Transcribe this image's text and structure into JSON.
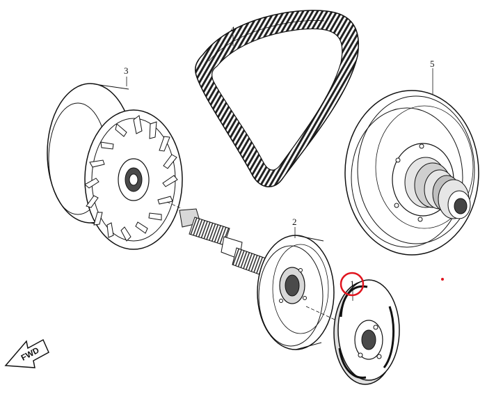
{
  "callouts": [
    {
      "id": "1",
      "text": "1"
    },
    {
      "id": "2",
      "text": "2"
    },
    {
      "id": "3",
      "text": "3"
    },
    {
      "id": "4",
      "text": "4"
    },
    {
      "id": "5",
      "text": "5"
    }
  ],
  "fwd_arrow": {
    "text": "FWD"
  },
  "highlight": {
    "target": "1",
    "color": "#e0141e"
  }
}
